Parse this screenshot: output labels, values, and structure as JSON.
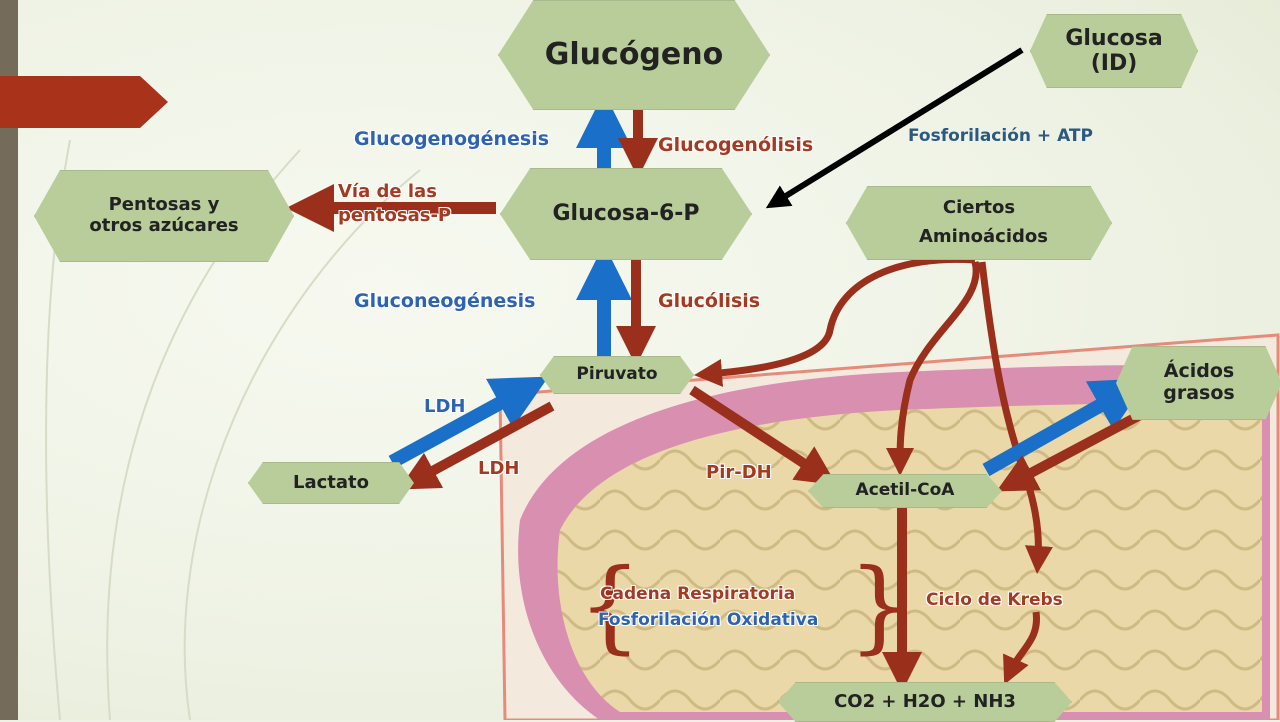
{
  "nodes": {
    "glucogeno": "Glucógeno",
    "glucosa_id": "Glucosa (ID)",
    "glucosa6p": "Glucosa-6-P",
    "pentosas": "Pentosas y otros azúcares",
    "aminoacidos": "Ciertos Aminoácidos",
    "piruvato": "Piruvato",
    "lactato": "Lactato",
    "acidos_grasos": "Ácidos grasos",
    "acetil_coa": "Acetil-CoA",
    "co2": "CO2 + H2O + NH3"
  },
  "labels": {
    "glucogenogenesis": "Glucogenogénesis",
    "glucogenolisis": "Glucogenólisis",
    "fosforilacion_atp": "Fosforilación + ATP",
    "via_pentosas": "Vía de las pentosas-P",
    "gluconeogenesis": "Gluconeogénesis",
    "glucolisis": "Glucólisis",
    "ldh_top": "LDH",
    "ldh_bottom": "LDH",
    "pir_dh": "Pir-DH",
    "cadena_respiratoria": "Cadena Respiratoria",
    "fosforilacion_oxidativa": "Fosforilación Oxidativa",
    "ciclo_krebs": "Ciclo de Krebs"
  },
  "colors": {
    "node_fill": "#b9cd9b",
    "blue_arrow": "#1a6fc9",
    "red_arrow": "#9a2f1c",
    "accent_tab": "#a8321a"
  }
}
